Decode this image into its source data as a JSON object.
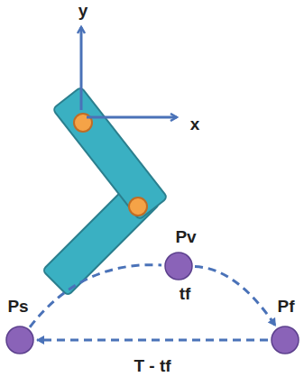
{
  "diagram": {
    "nodes": [
      {
        "text": [
          "Ps"
        ]
      },
      {
        "text": [
          "Pv"
        ]
      },
      {
        "text": [
          "Pf"
        ]
      }
    ],
    "edges": [
      {
        "from": 0,
        "to": 1,
        "arrow": "none"
      },
      {
        "from": 1,
        "to": 2,
        "arrow": "to"
      },
      {
        "from": 2,
        "to": 0,
        "label": "T - tf",
        "arrow": "to"
      }
    ],
    "labels": [
      "y",
      "x",
      "tf"
    ]
  }
}
